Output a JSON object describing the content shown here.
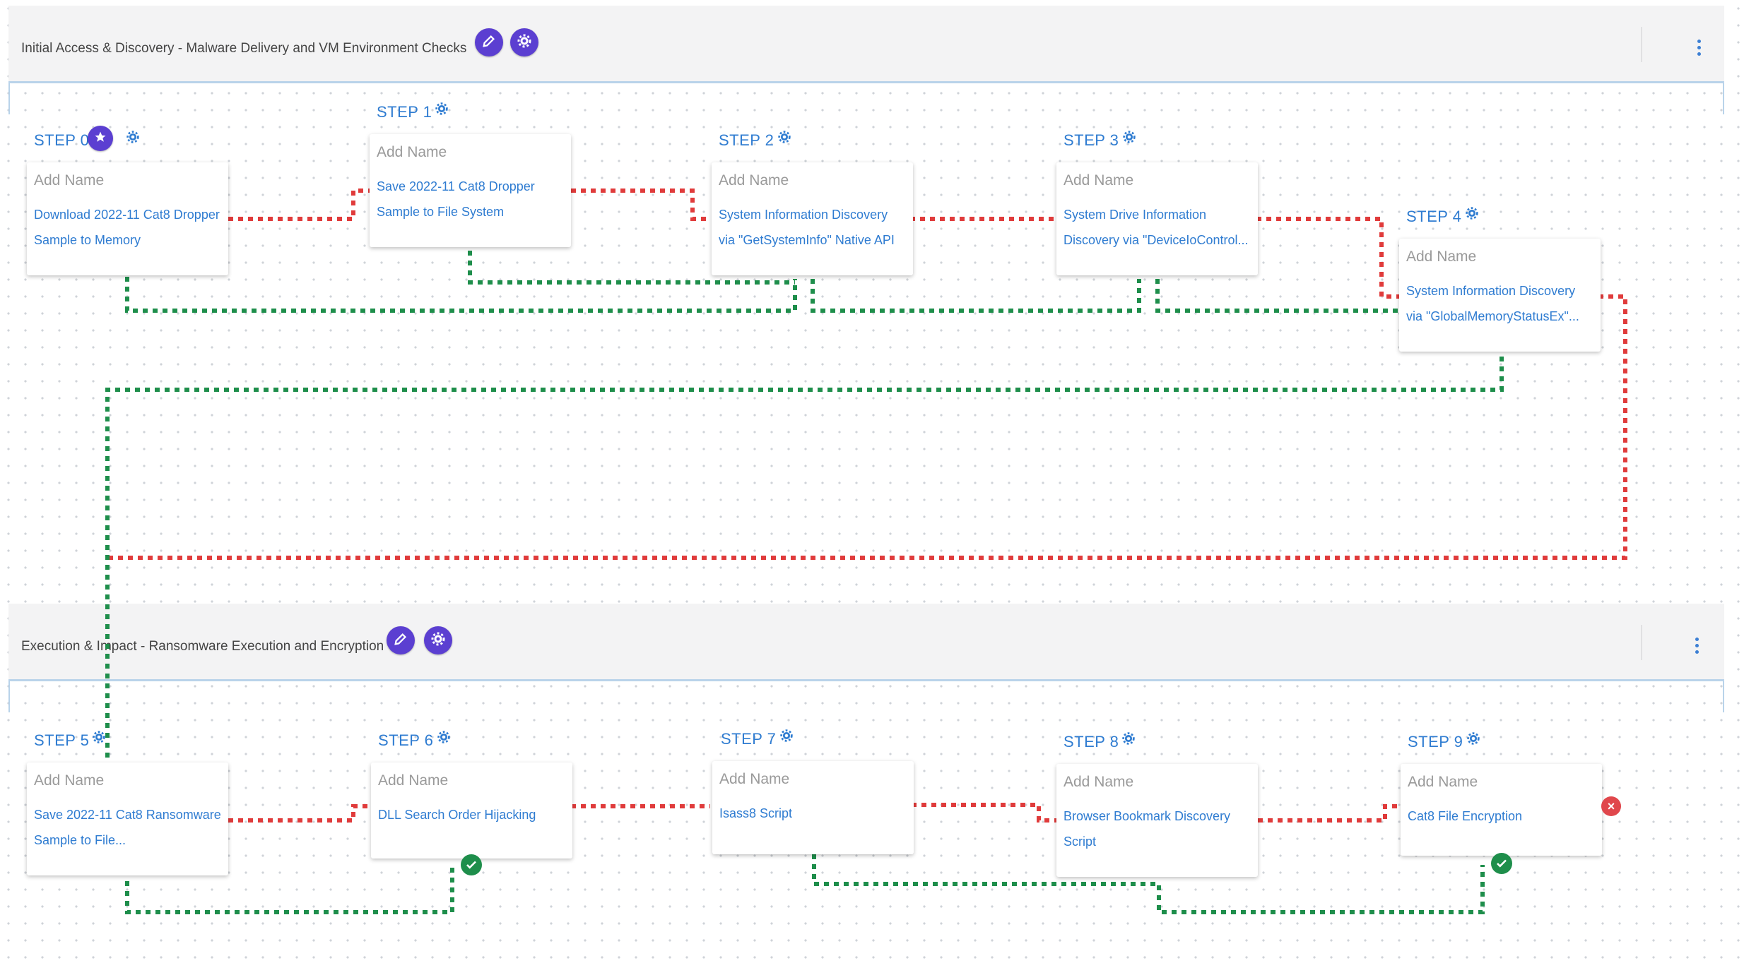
{
  "colors": {
    "accent": "#5b3fd1",
    "step_blue": "#2f7cd1",
    "fail_path": "#e03b3b",
    "success_path": "#1e8e4b"
  },
  "phases": [
    {
      "title": "Initial Access & Discovery - Malware Delivery and VM Environment Checks",
      "edit_icon": "pencil-icon",
      "settings_icon": "gear-icon",
      "menu_icon": "kebab-menu-icon"
    },
    {
      "title": "Execution & Impact - Ransomware Execution and Encryption",
      "edit_icon": "pencil-icon",
      "settings_icon": "gear-icon",
      "menu_icon": "kebab-menu-icon"
    }
  ],
  "steps": [
    {
      "label": "STEP 0",
      "name": "Add Name",
      "desc": "Download 2022-11 Cat8 Dropper Sample to Memory",
      "start_icon": "star-icon"
    },
    {
      "label": "STEP 1",
      "name": "Add Name",
      "desc": "Save 2022-11 Cat8 Dropper Sample to File System"
    },
    {
      "label": "STEP 2",
      "name": "Add Name",
      "desc": "System Information Discovery via \"GetSystemInfo\" Native API"
    },
    {
      "label": "STEP 3",
      "name": "Add Name",
      "desc": "System Drive Information Discovery via \"DeviceIoControl..."
    },
    {
      "label": "STEP 4",
      "name": "Add Name",
      "desc": "System Information Discovery via \"GlobalMemoryStatusEx\"..."
    },
    {
      "label": "STEP 5",
      "name": "Add Name",
      "desc": "Save 2022-11 Cat8 Ransomware Sample to File..."
    },
    {
      "label": "STEP 6",
      "name": "Add Name",
      "desc": "DLL Search Order Hijacking"
    },
    {
      "label": "STEP 7",
      "name": "Add Name",
      "desc": "Isass8 Script"
    },
    {
      "label": "STEP 8",
      "name": "Add Name",
      "desc": "Browser Bookmark Discovery Script"
    },
    {
      "label": "STEP 9",
      "name": "Add Name",
      "desc": "Cat8 File Encryption"
    }
  ]
}
